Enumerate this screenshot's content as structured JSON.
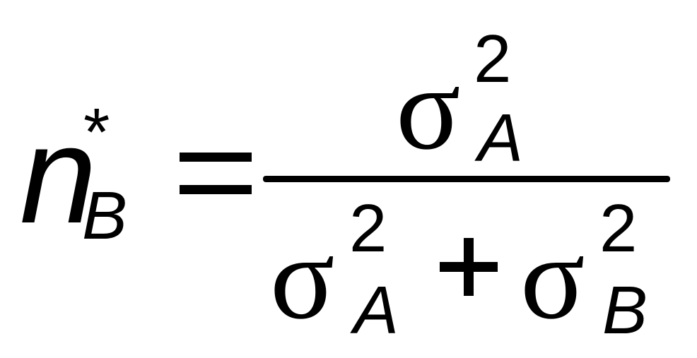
{
  "formula": {
    "lhs": {
      "base": "n",
      "superscript": "*",
      "subscript": "B"
    },
    "relation": "=",
    "numerator": {
      "symbol": "σ",
      "exponent": "2",
      "subscript": "A"
    },
    "denominator": {
      "term1": {
        "symbol": "σ",
        "exponent": "2",
        "subscript": "A"
      },
      "operator": "+",
      "term2": {
        "symbol": "σ",
        "exponent": "2",
        "subscript": "B"
      }
    }
  }
}
